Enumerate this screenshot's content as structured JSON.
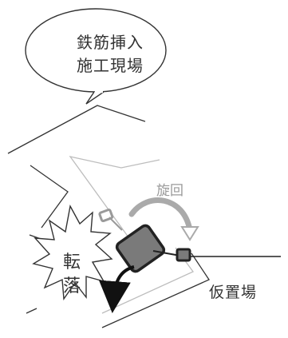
{
  "bubble": {
    "line1": "鉄筋挿入",
    "line2": "施工現場"
  },
  "rotation_label": "旋回",
  "fall_label": {
    "char1": "転",
    "char2": "落"
  },
  "storage_label": "仮置場",
  "colors": {
    "road_edge": "#333333",
    "road_edge_light": "#bbbbbb",
    "machine_body": "#777777",
    "machine_outline": "#222222",
    "rotation_arrow": "#a8a8a8",
    "ghost_outline": "#9a9a9a"
  },
  "icons": {
    "machine": "crawler-machine-icon",
    "rotation": "curved-arrow-icon",
    "fall": "down-arrow-icon",
    "burst": "starburst-icon"
  }
}
